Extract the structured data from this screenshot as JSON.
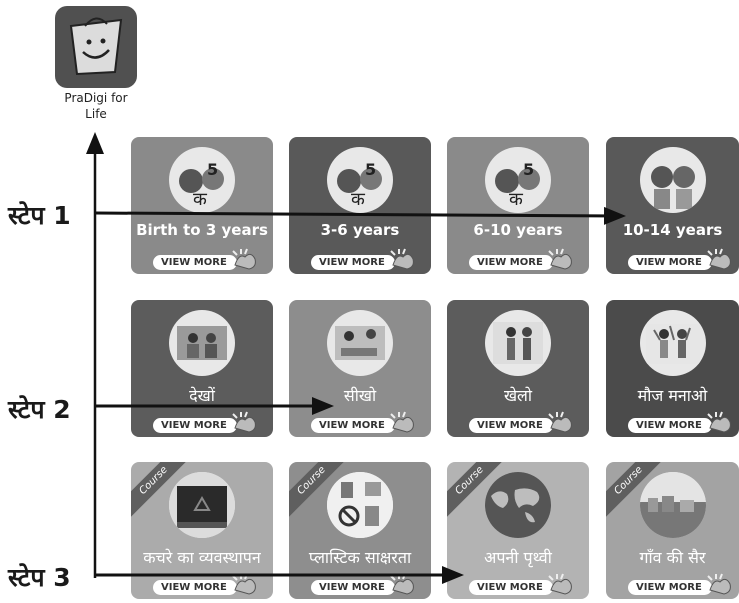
{
  "app": {
    "name_line1": "PraDigi for",
    "name_line2": "Life"
  },
  "steps": [
    "स्टेप 1",
    "स्टेप 2",
    "स्टेप 3"
  ],
  "rows": [
    [
      {
        "title": "Birth to 3 years",
        "button": "VIEW MORE",
        "bg": "#8a8a8a"
      },
      {
        "title": "3-6 years",
        "button": "VIEW MORE",
        "bg": "#595959"
      },
      {
        "title": "6-10 years",
        "button": "VIEW MORE",
        "bg": "#8a8a8a"
      },
      {
        "title": "10-14 years",
        "button": "VIEW MORE",
        "bg": "#595959"
      }
    ],
    [
      {
        "title": "देखों",
        "button": "VIEW MORE",
        "bg": "#5c5c5c"
      },
      {
        "title": "सीखो",
        "button": "VIEW MORE",
        "bg": "#8d8d8d"
      },
      {
        "title": "खेलो",
        "button": "VIEW MORE",
        "bg": "#5c5c5c"
      },
      {
        "title": "मौज मनाओ",
        "button": "VIEW MORE",
        "bg": "#4b4b4b"
      }
    ],
    [
      {
        "title": "कचरे का व्यवस्थापन",
        "button": "VIEW MORE",
        "bg": "#ababab",
        "badge": "Course"
      },
      {
        "title": "प्लास्टिक साक्षरता",
        "button": "VIEW MORE",
        "bg": "#8e8e8e",
        "badge": "Course"
      },
      {
        "title": "अपनी पृथ्वी",
        "button": "VIEW MORE",
        "bg": "#b3b3b3",
        "badge": "Course"
      },
      {
        "title": "गाँव की सैर",
        "button": "VIEW MORE",
        "bg": "#a3a3a3",
        "badge": "Course"
      }
    ]
  ]
}
